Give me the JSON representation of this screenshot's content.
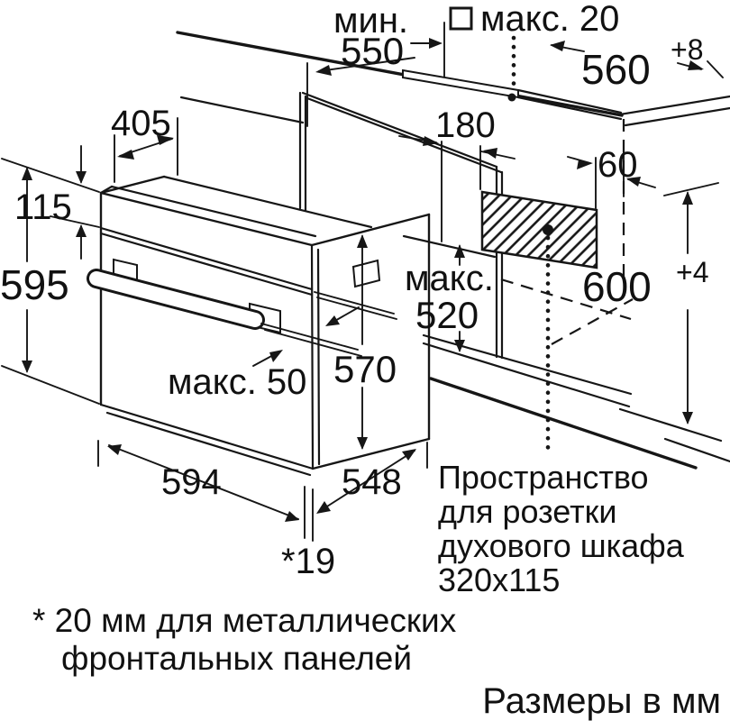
{
  "drawing": {
    "title_note": "Размеры в мм",
    "colors": {
      "line": "#161616",
      "background": "#ffffff"
    },
    "dims": {
      "min550": {
        "prefix": "мин.",
        "value": "550"
      },
      "max20": {
        "label": "макс. 20"
      },
      "d560": {
        "value": "560",
        "tolerance": "+8"
      },
      "d405": {
        "value": "405"
      },
      "d115": {
        "value": "115"
      },
      "d595": {
        "value": "595"
      },
      "d180": {
        "value": "180"
      },
      "d60": {
        "value": "60"
      },
      "d600": {
        "value": "600",
        "tolerance": "+4"
      },
      "max520": {
        "line1": "макс.",
        "line2": "520"
      },
      "d570": {
        "value": "570"
      },
      "max50": {
        "label": "макс. 50"
      },
      "d594": {
        "value": "594"
      },
      "d548": {
        "value": "548"
      },
      "door19": {
        "value": "*19"
      }
    },
    "socket_note": {
      "line1": "Пространство",
      "line2": "для розетки",
      "line3": "духового шкафа",
      "line4": "320x115"
    },
    "footnote": {
      "line1": "* 20 мм для металлических",
      "line2": "фронтальных панелей"
    }
  }
}
